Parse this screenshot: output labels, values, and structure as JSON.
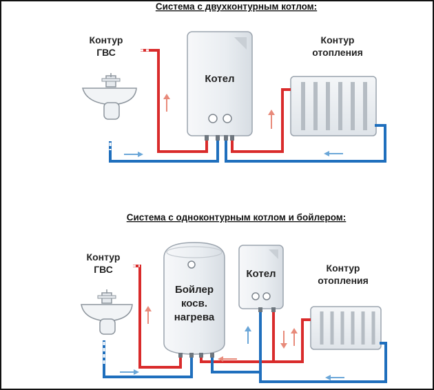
{
  "colors": {
    "hot": "#d92b2b",
    "cold": "#1f6fbd",
    "arrow_hot": "#e88a7a",
    "arrow_cold": "#6aa6d8",
    "device_fill": "#eef1f4",
    "device_stroke": "#9aa3ad"
  },
  "top": {
    "title": "Система с двухконтурным котлом:",
    "dhw_label": [
      "Контур",
      "ГВС"
    ],
    "boiler_label": "Котел",
    "heating_label": [
      "Контур",
      "отопления"
    ]
  },
  "bottom": {
    "title": "Система с одноконтурным котлом и бойлером:",
    "dhw_label": [
      "Контур",
      "ГВС"
    ],
    "tank_label": [
      "Бойлер",
      "косв.",
      "нагрева"
    ],
    "boiler_label": "Котел",
    "heating_label": [
      "Контур",
      "отопления"
    ]
  },
  "icons": [
    "sink-icon",
    "radiator-icon",
    "wall-boiler-icon",
    "water-tank-icon",
    "flow-arrow-icon"
  ]
}
